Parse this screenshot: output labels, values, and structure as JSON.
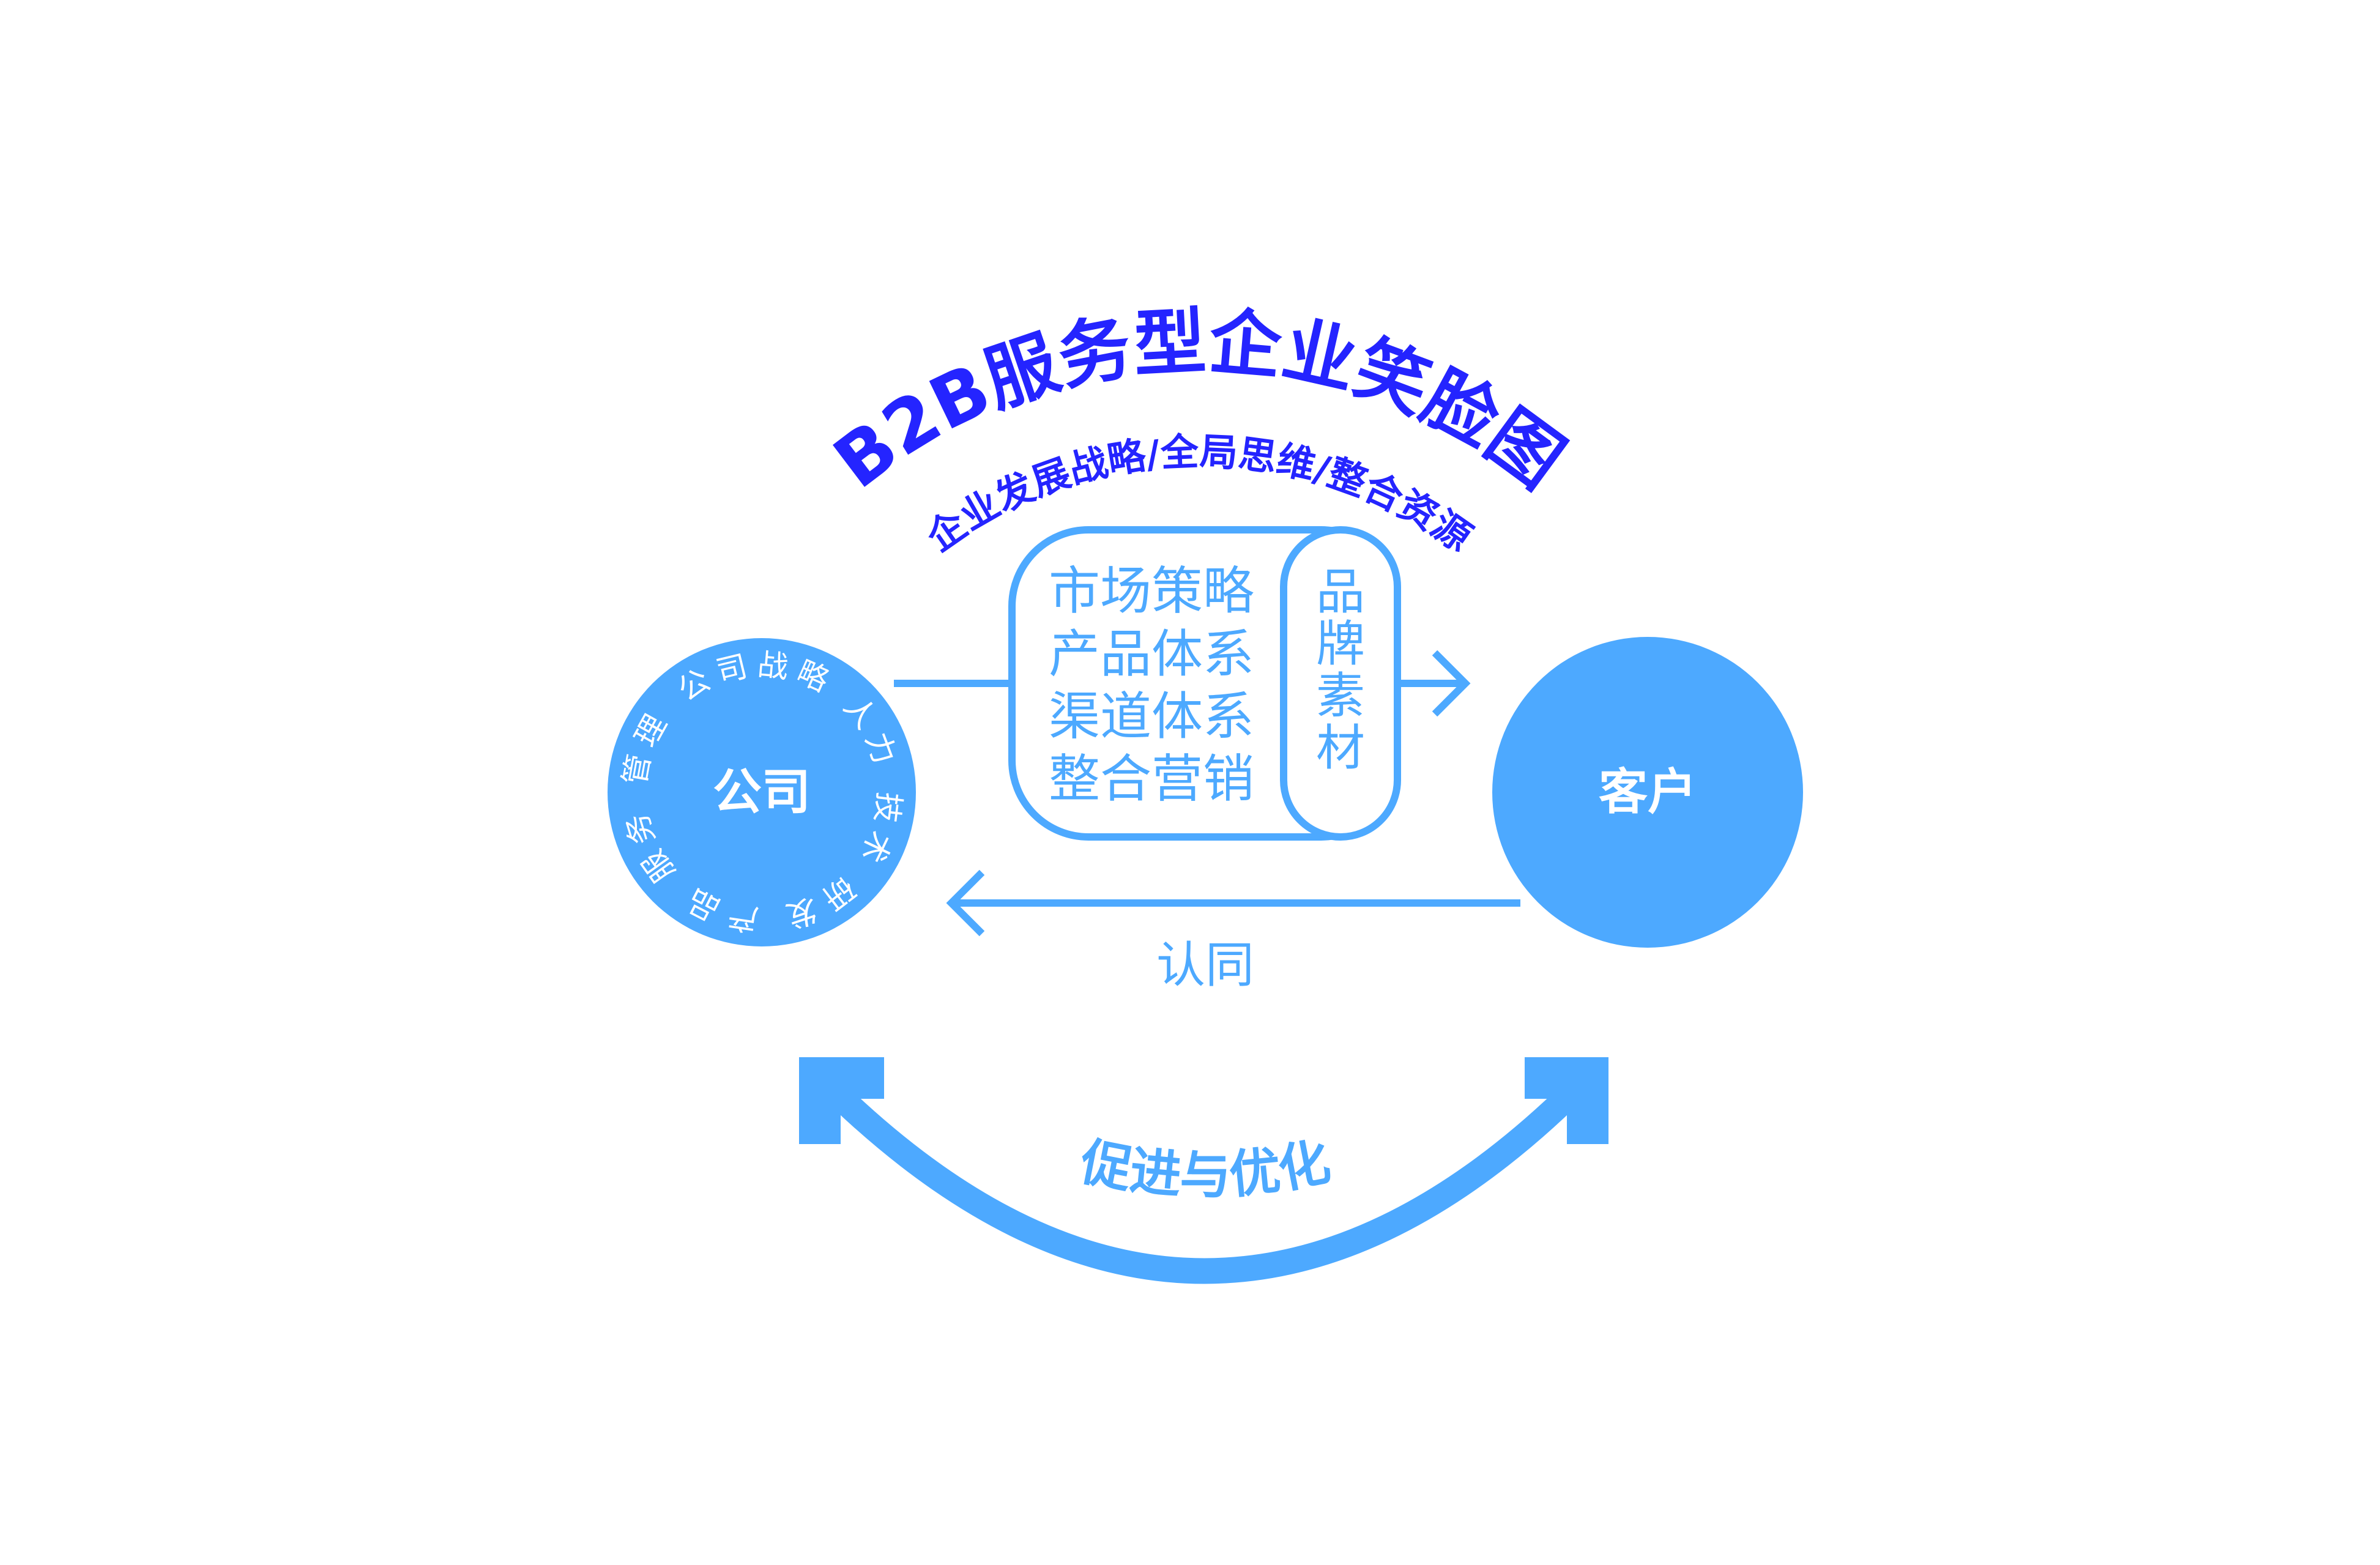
{
  "title": "B2B服务型企业笑脸图",
  "subtitle": "企业发展战略/全局思维/整合资源",
  "company": {
    "label": "公司",
    "ring_text": "公司战略 人力 技术 研发 产品 服务 管理"
  },
  "customer": {
    "label": "客户"
  },
  "box": {
    "lines": [
      "市场策略",
      "产品体系",
      "渠道体系",
      "整合营销"
    ],
    "side": [
      "品",
      "牌",
      "素",
      "材"
    ]
  },
  "feedback_label": "认同",
  "cycle_label": "促进与优化",
  "colors": {
    "primary": "#4DA9FF",
    "title": "#2424FF",
    "background": "#FFFFFF"
  }
}
